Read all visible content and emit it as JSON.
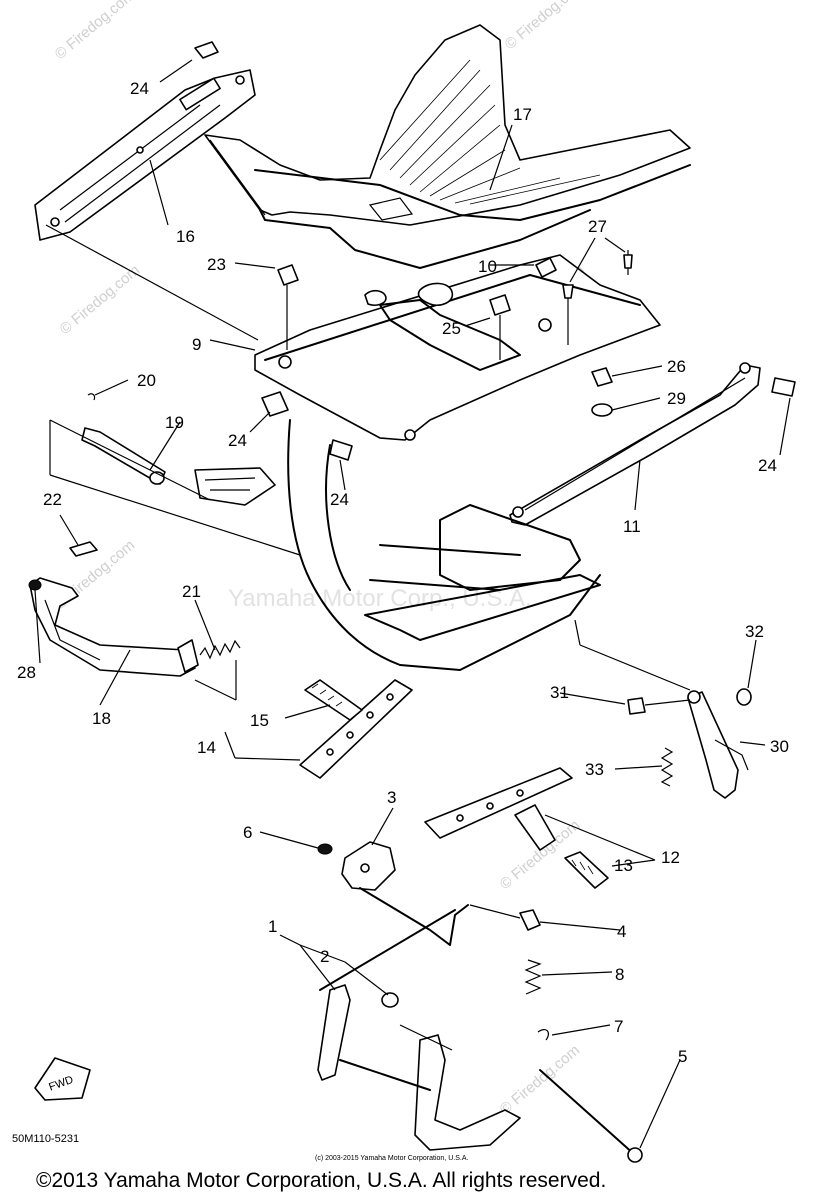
{
  "diagram": {
    "part_numbers": [
      "1",
      "2",
      "3",
      "4",
      "5",
      "6",
      "7",
      "8",
      "9",
      "10",
      "11",
      "12",
      "13",
      "14",
      "15",
      "16",
      "17",
      "18",
      "19",
      "20",
      "21",
      "22",
      "23",
      "24",
      "25",
      "26",
      "27",
      "28",
      "29",
      "30",
      "31",
      "32",
      "33"
    ],
    "drawing_code": "50M110-5231",
    "fwd_label": "FWD",
    "watermark_site": "© Firedog.com",
    "watermark_brand": "Yamaha Motor Corp., U.S.A.",
    "small_copyright": "(c) 2003-2015 Yamaha Motor Corporation, U.S.A."
  },
  "footer": {
    "copyright": "©2013 Yamaha Motor Corporation, U.S.A. All rights reserved."
  }
}
